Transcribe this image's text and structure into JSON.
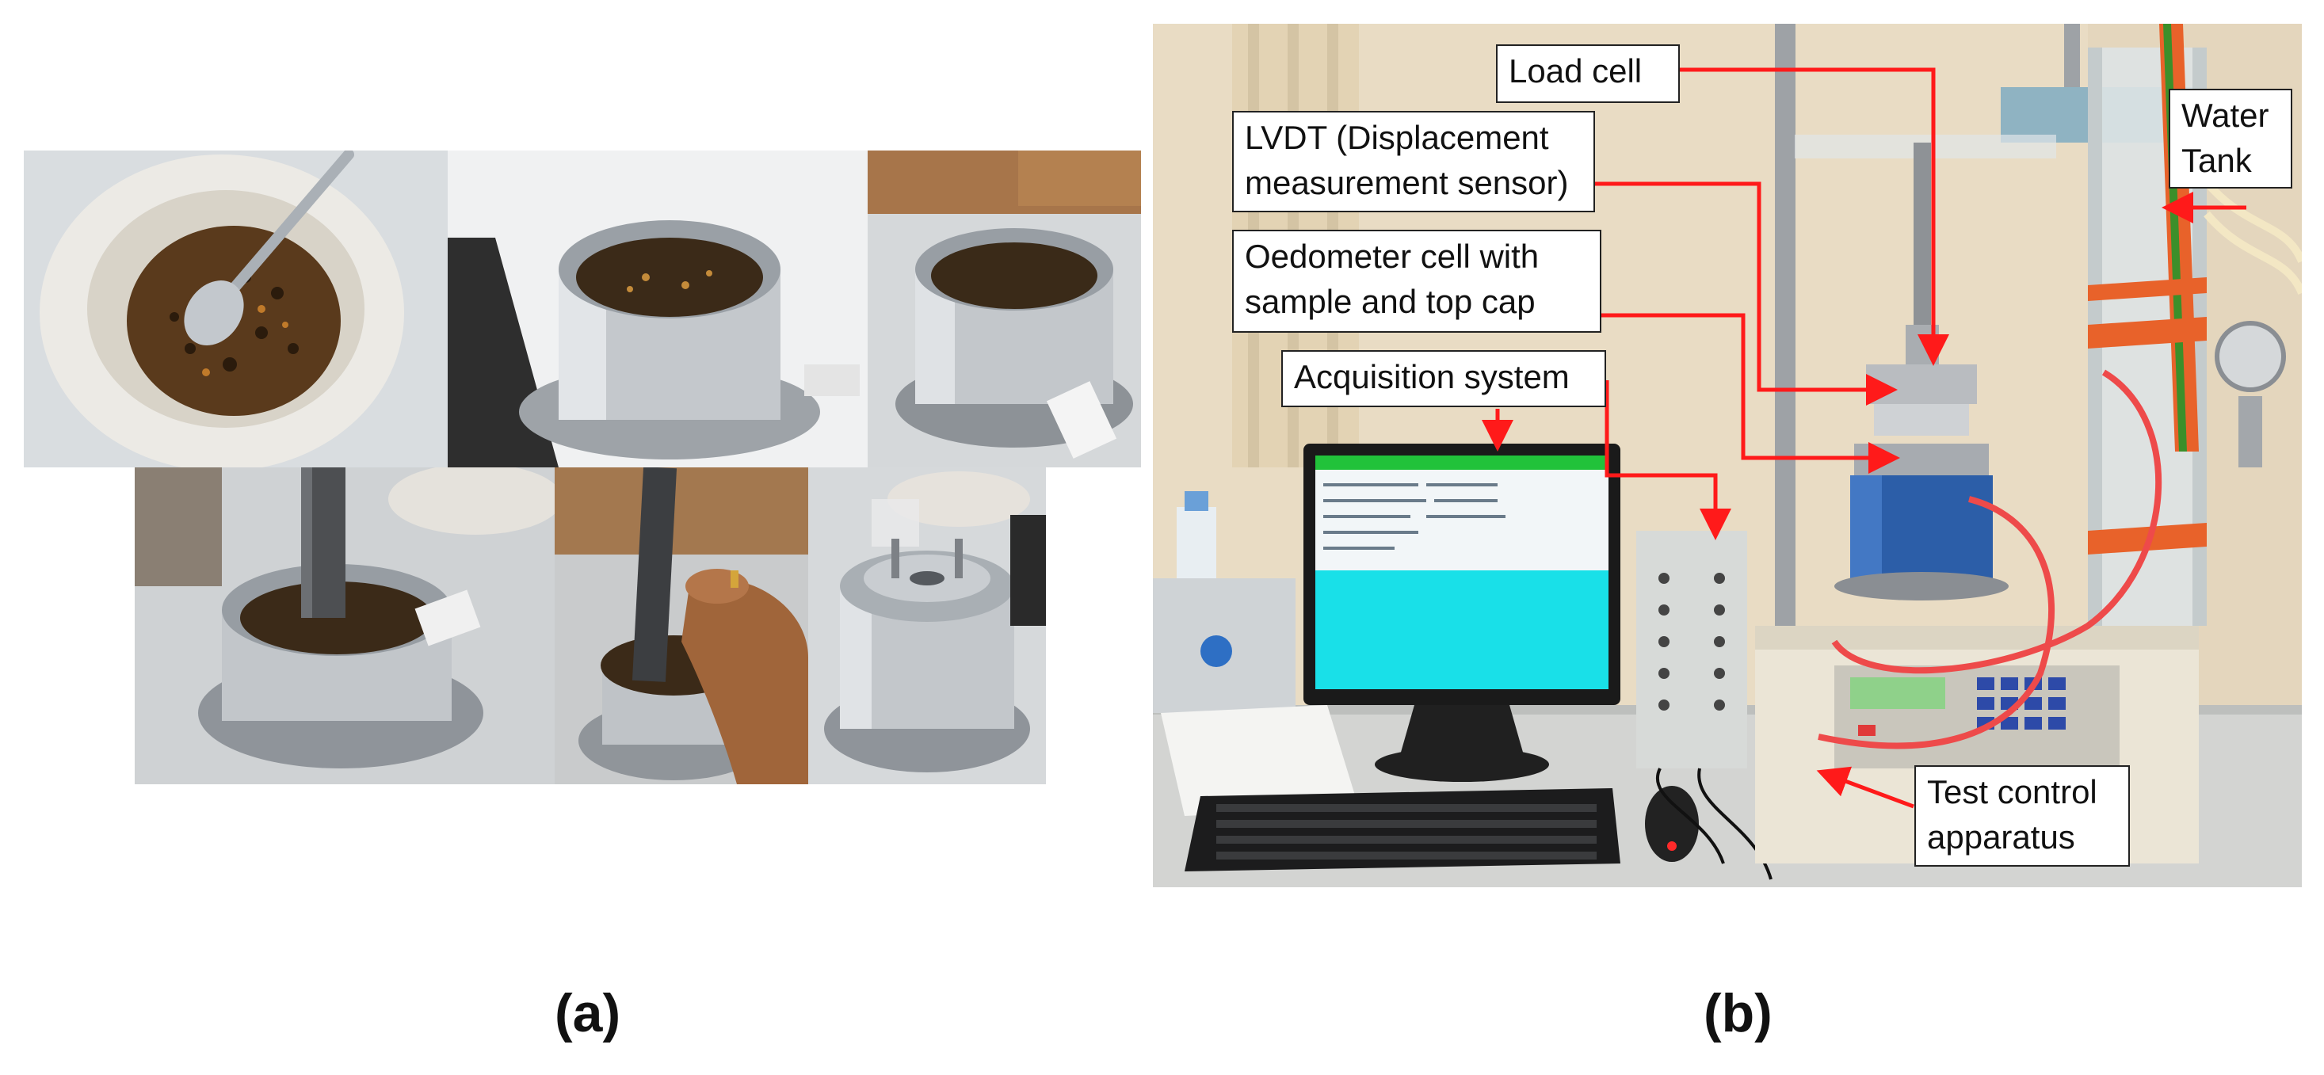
{
  "panels": {
    "a": {
      "label": "(a)"
    },
    "b": {
      "label": "(b)"
    }
  },
  "callouts": {
    "load_cell": "Load cell",
    "lvdt": "LVDT (Displacement\nmeasurement sensor)",
    "oedometer": "Oedometer cell with\nsample and top cap",
    "acquisition": "Acquisition system",
    "water_tank": "Water\nTank",
    "test_control": "Test control\napparatus"
  },
  "colors": {
    "callout_arrow": "#ff1a1a",
    "steel": "#b9bcc0",
    "screen": "#19e0e8",
    "wall": "#e9dcc4"
  }
}
